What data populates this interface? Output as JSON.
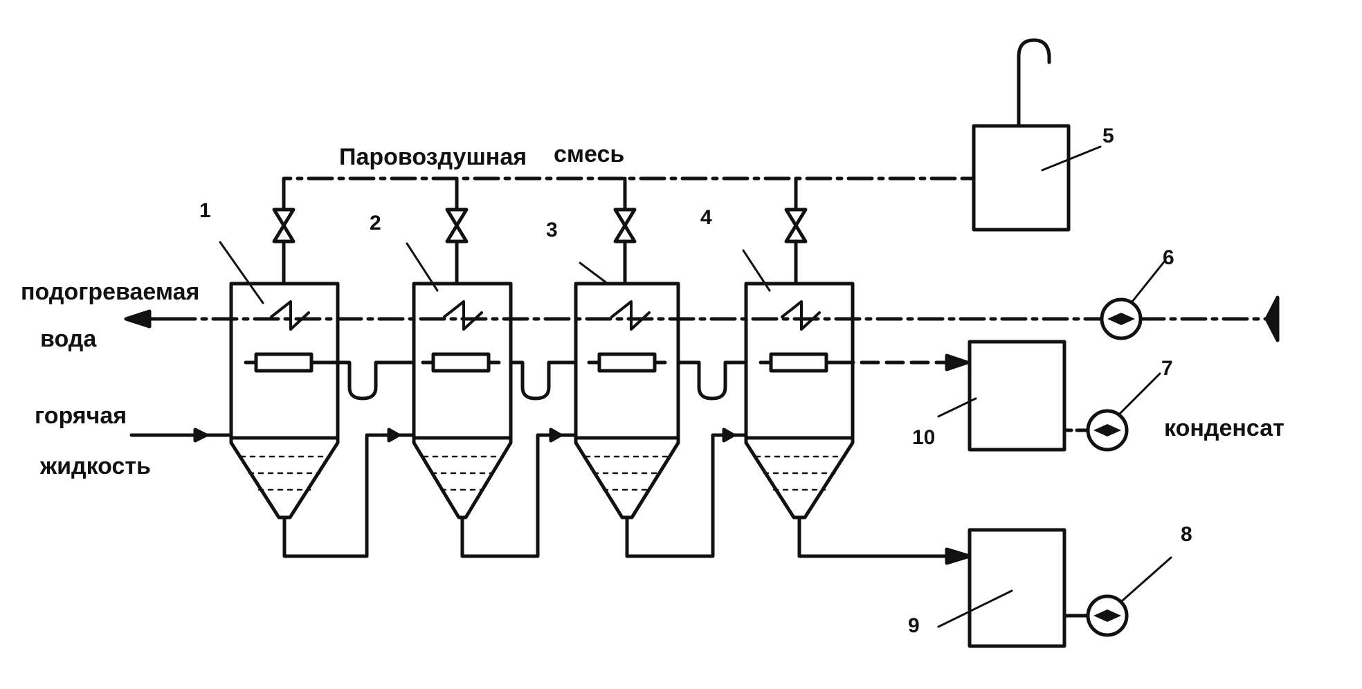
{
  "labels": {
    "steam_air_mixture_1": "Паровоздушная",
    "steam_air_mixture_2": "смесь",
    "heated_water_1": "подогреваемая",
    "heated_water_2": "вода",
    "hot_liquid_1": "горячая",
    "hot_liquid_2": "жидкость",
    "condensate": "конденсат"
  },
  "numbers": {
    "n1": "1",
    "n2": "2",
    "n3": "3",
    "n4": "4",
    "n5": "5",
    "n6": "6",
    "n7": "7",
    "n8": "8",
    "n9": "9",
    "n10": "10"
  },
  "colors": {
    "ink": "#111111",
    "background": "#ffffff"
  }
}
